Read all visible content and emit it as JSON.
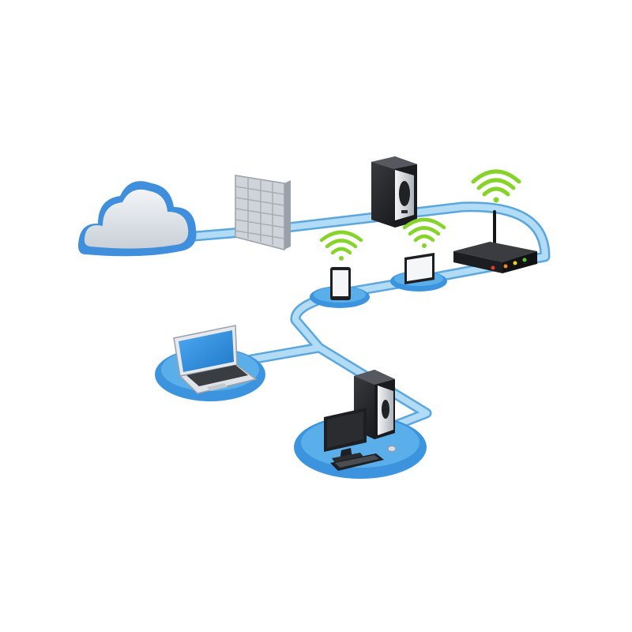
{
  "diagram": {
    "nodes": [
      {
        "id": "cloud",
        "icon": "cloud-icon"
      },
      {
        "id": "firewall",
        "icon": "firewall-brick-wall-icon"
      },
      {
        "id": "server",
        "icon": "server-tower-icon"
      },
      {
        "id": "router",
        "icon": "wireless-router-icon"
      },
      {
        "id": "tablet",
        "icon": "tablet-icon"
      },
      {
        "id": "monitor-small",
        "icon": "monitor-icon"
      },
      {
        "id": "laptop",
        "icon": "laptop-icon"
      },
      {
        "id": "desktop",
        "icon": "desktop-computer-icon"
      }
    ],
    "connections": [
      {
        "from": "cloud",
        "to": "firewall"
      },
      {
        "from": "firewall",
        "to": "router"
      },
      {
        "from": "router",
        "to": "server"
      },
      {
        "from": "router",
        "to": "monitor-small"
      },
      {
        "from": "monitor-small",
        "to": "tablet"
      },
      {
        "from": "tablet",
        "to": "laptop"
      },
      {
        "from": "laptop",
        "to": "desktop"
      }
    ],
    "wireless_signals": [
      "router",
      "tablet",
      "monitor-small"
    ],
    "colors": {
      "cable": "#a9d3f1",
      "cable_edge": "#5aa7e0",
      "platform": "#3c94df",
      "platform_light": "#5aaee9",
      "cloud": "#d8dde3",
      "cloud_edge": "#3f8fdc",
      "wifi": "#86d42a",
      "device_dark": "#1e1f22",
      "screen": "#2f8ee0",
      "brick": "#e6e9ee"
    }
  }
}
